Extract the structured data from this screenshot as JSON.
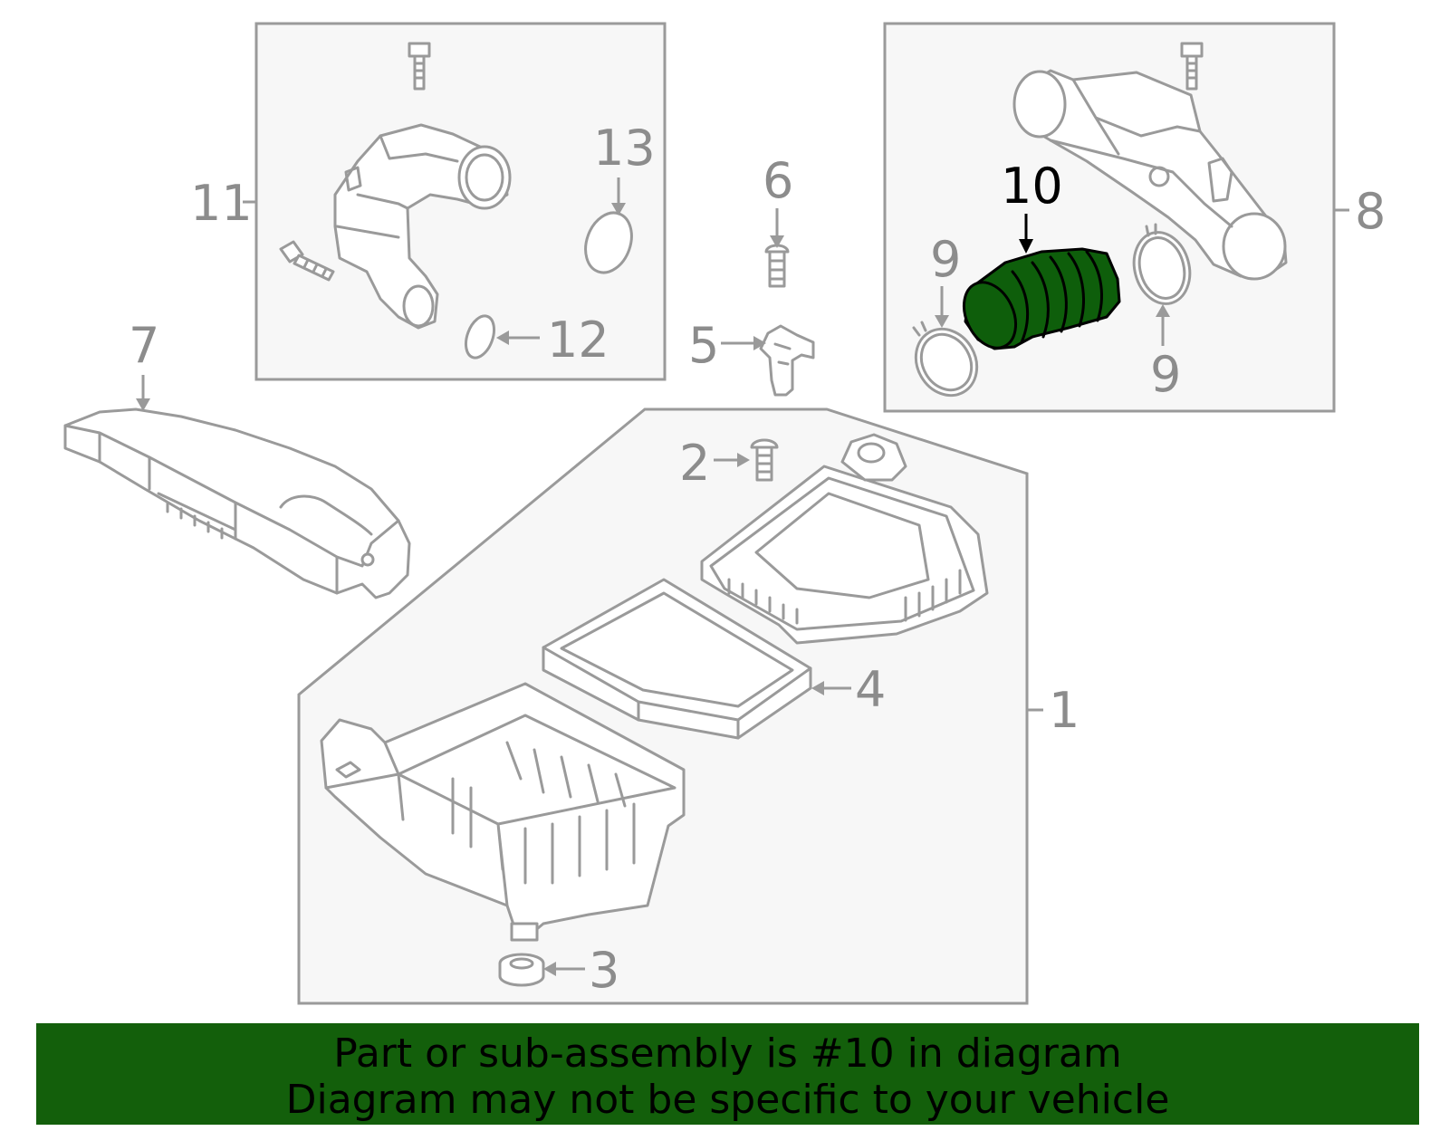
{
  "callouts": {
    "c1": "1",
    "c2": "2",
    "c3": "3",
    "c4": "4",
    "c5": "5",
    "c6": "6",
    "c7": "7",
    "c8": "8",
    "c9a": "9",
    "c9b": "9",
    "c10": "10",
    "c11": "11",
    "c12": "12",
    "c13": "13"
  },
  "highlighted_part": "10",
  "colors": {
    "highlight": "#0e5e0b",
    "banner": "#135f0b",
    "line": "#9a9a9a",
    "panel": "#f7f7f7"
  },
  "banner": {
    "line1": "Part or sub-assembly is #10 in diagram",
    "line2": "Diagram may not be specific to your vehicle"
  }
}
